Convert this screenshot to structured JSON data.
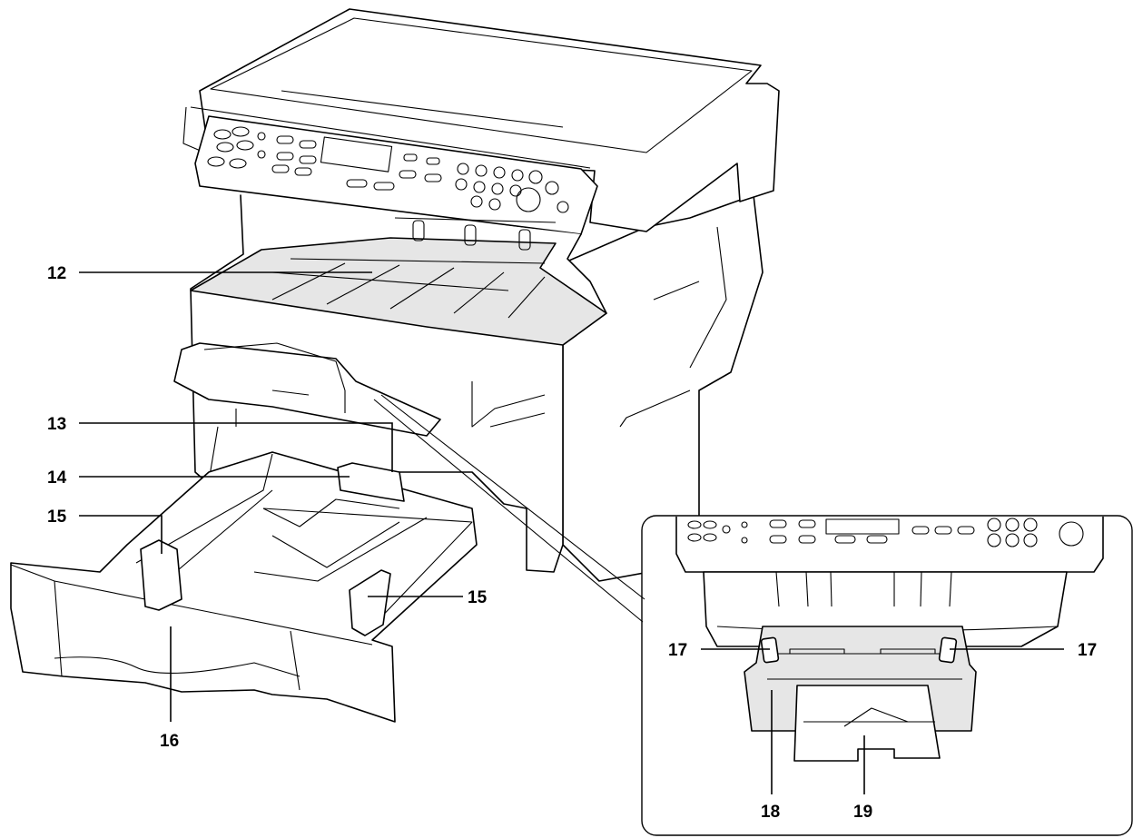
{
  "callouts": {
    "c12": "12",
    "c13": "13",
    "c14": "14",
    "c15_left": "15",
    "c15_right": "15",
    "c16": "16",
    "c17_left": "17",
    "c17_right": "17",
    "c18": "18",
    "c19": "19"
  },
  "icons": {
    "main": "copier-drawing",
    "inset": "bypass-tray-detail-drawing"
  }
}
